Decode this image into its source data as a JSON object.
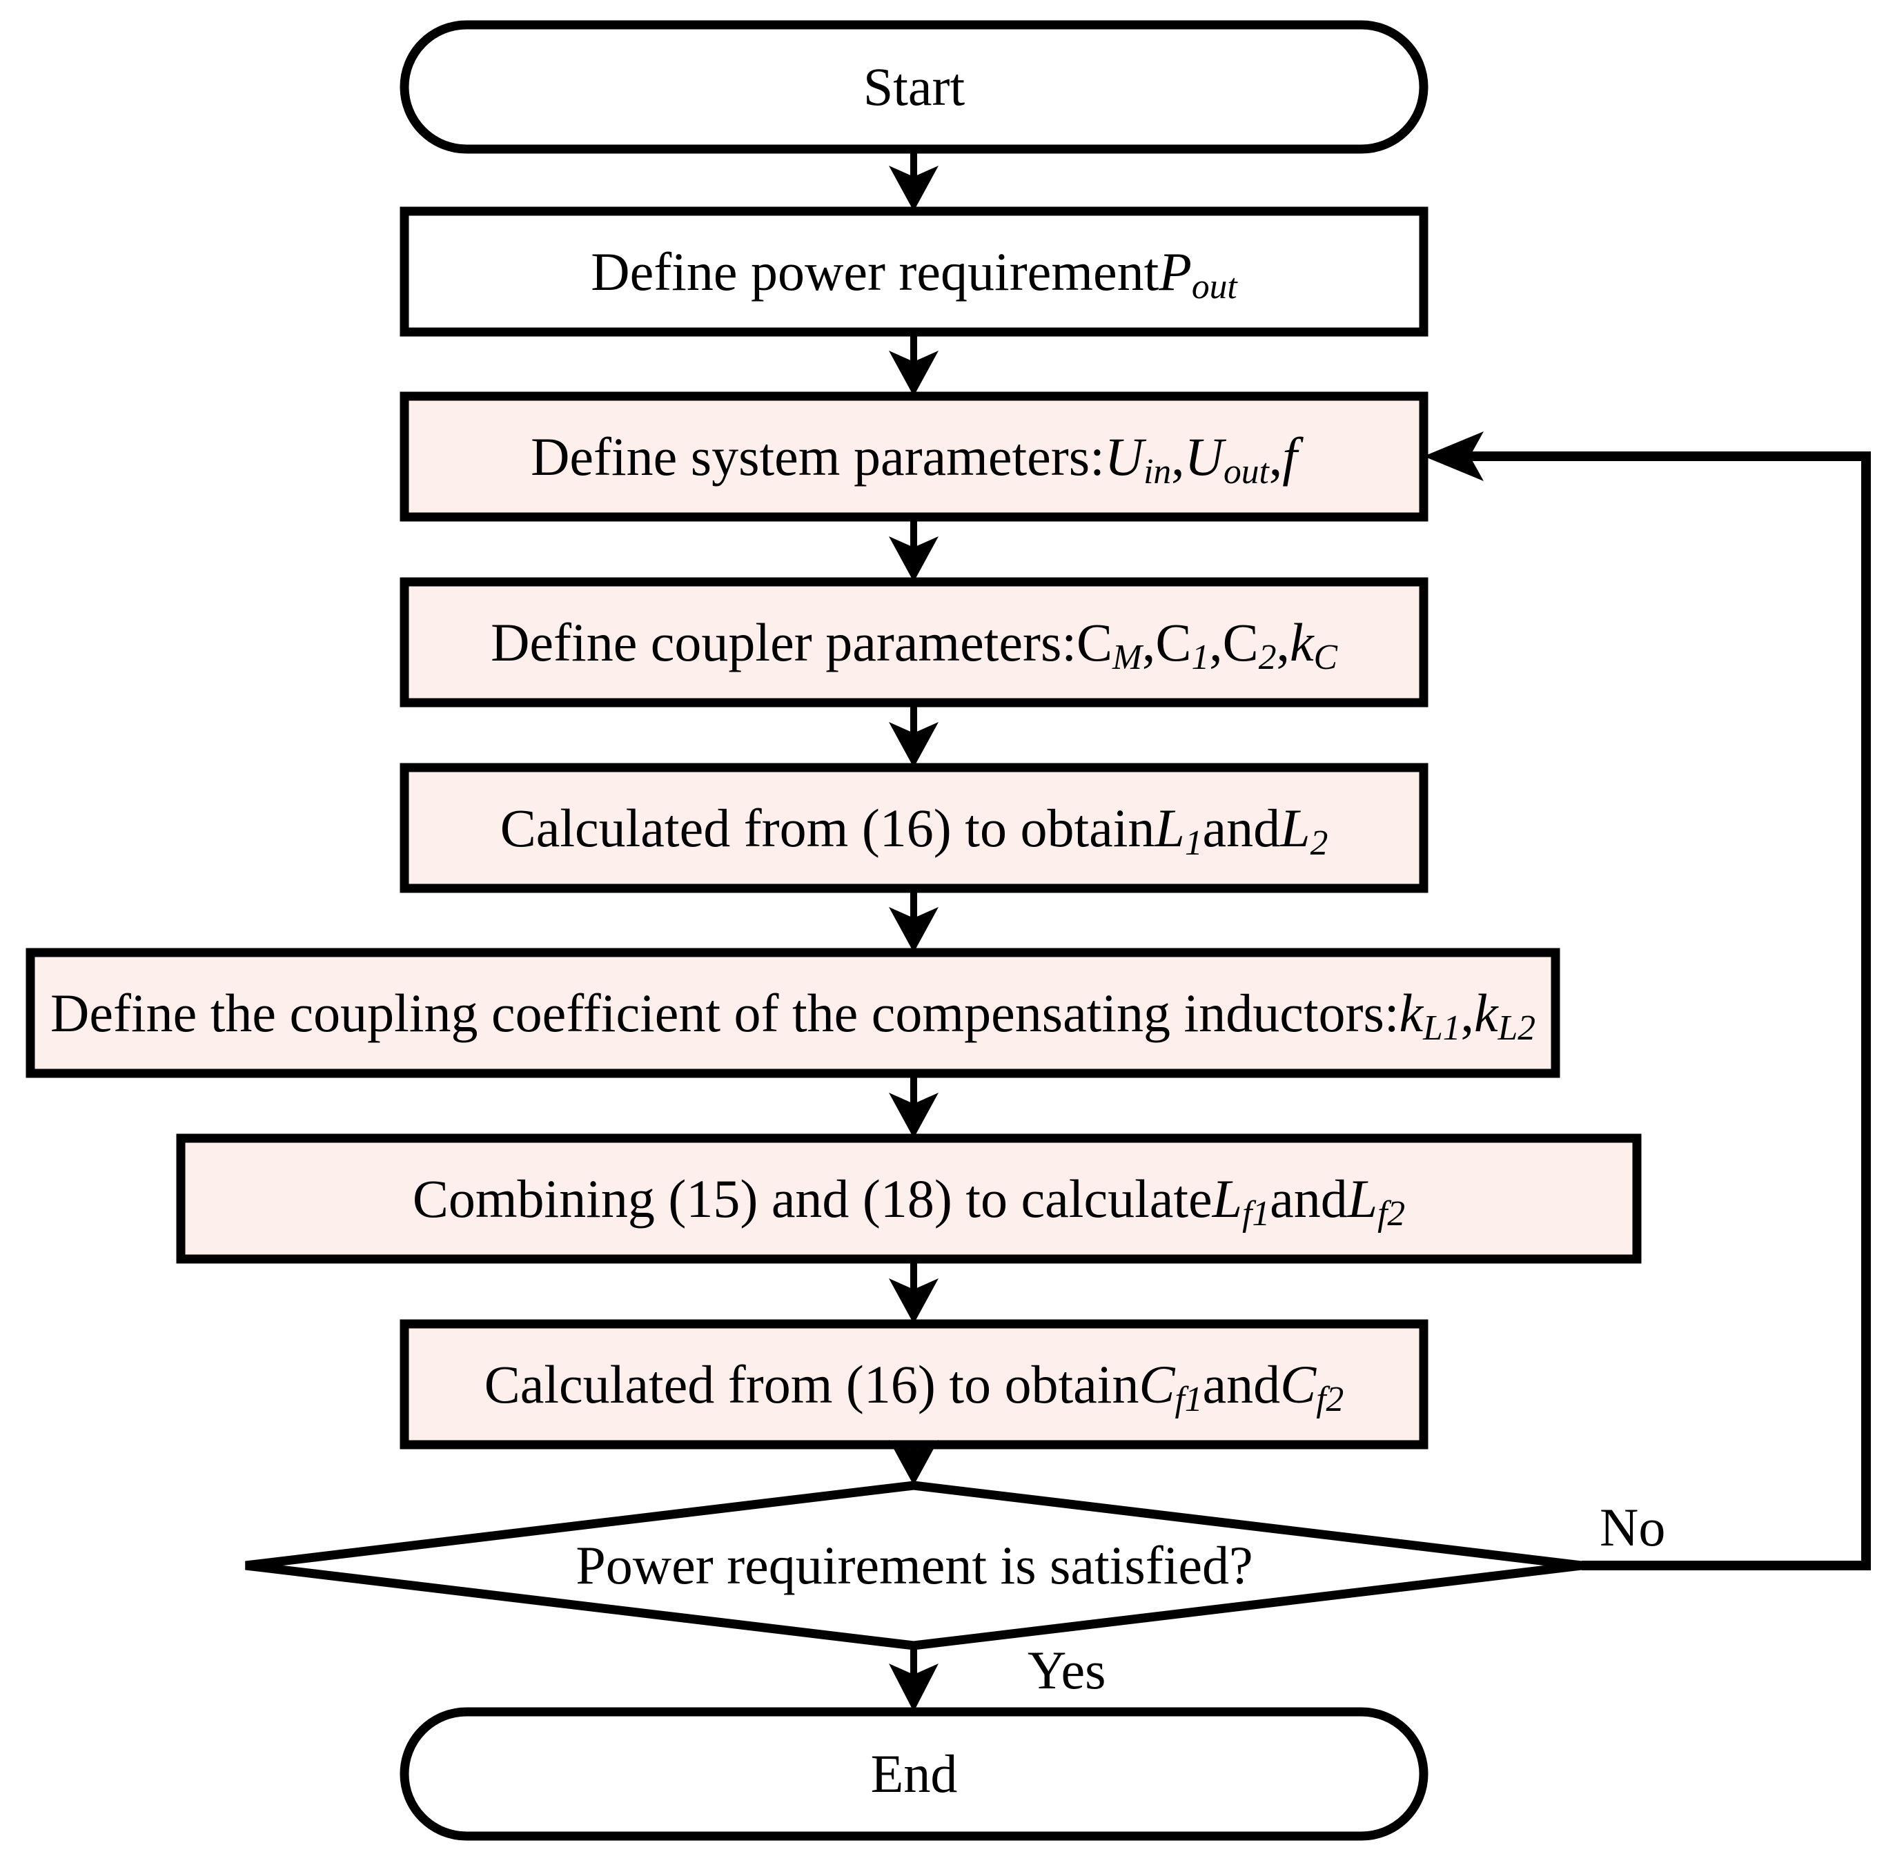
{
  "diagram": {
    "title": "Design procedure flowchart",
    "type": "flowchart",
    "colors": {
      "stroke": "#000000",
      "node_fill_highlight": "#fdf0ec",
      "node_fill_plain": "#ffffff",
      "background": "#ffffff"
    },
    "nodes": [
      {
        "id": "start",
        "shape": "terminator",
        "fill": "plain",
        "text": "Start"
      },
      {
        "id": "define-power",
        "shape": "process",
        "fill": "plain",
        "text": "Define power requirement P",
        "sub": "out"
      },
      {
        "id": "define-system",
        "shape": "process",
        "fill": "highlight",
        "text_parts": [
          "Define system parameters: ",
          "U",
          "in",
          ", ",
          "U",
          "out",
          ", ",
          "f"
        ]
      },
      {
        "id": "define-coupler",
        "shape": "process",
        "fill": "highlight",
        "text_parts": [
          "Define coupler parameters: ",
          "C",
          "M",
          ", ",
          "C",
          "1",
          ", ",
          "C",
          "2",
          ", ",
          "k",
          "C"
        ]
      },
      {
        "id": "calc-l1-l2",
        "shape": "process",
        "fill": "highlight",
        "text_parts": [
          "Calculated from (16) to obtain ",
          "L",
          "1",
          " and ",
          "L",
          "2"
        ]
      },
      {
        "id": "define-coupling-coeff",
        "shape": "process",
        "fill": "highlight",
        "text_parts": [
          "Define the coupling coefficient of the compensating inductors: ",
          "k",
          "L1",
          ", ",
          "k",
          "L2"
        ]
      },
      {
        "id": "combine-15-18",
        "shape": "process",
        "fill": "highlight",
        "text_parts": [
          "Combining (15) and (18) to calculate ",
          "L",
          "f1",
          " and ",
          "L",
          "f2"
        ]
      },
      {
        "id": "calc-cf1-cf2",
        "shape": "process",
        "fill": "highlight",
        "text_parts": [
          "Calculated from (16) to obtain ",
          "C",
          "f1",
          " and ",
          "C",
          "f2"
        ]
      },
      {
        "id": "decision-power",
        "shape": "decision",
        "fill": "plain",
        "text": "Power requirement is satisfied?"
      },
      {
        "id": "end",
        "shape": "terminator",
        "fill": "plain",
        "text": "End"
      }
    ],
    "labels": {
      "start": "Start",
      "define_power_plain": "Define power requirement ",
      "define_power_sym": "P",
      "define_power_sub": "out",
      "define_system_plain": "Define system parameters: ",
      "define_system_u1": "U",
      "define_system_u1_sub": "in",
      "define_system_sep1": ", ",
      "define_system_u2": "U",
      "define_system_u2_sub": "out",
      "define_system_sep2": ", ",
      "define_system_f": "f",
      "define_coupler_plain": "Define coupler parameters: ",
      "define_coupler_cm": "C",
      "define_coupler_cm_sub": "M",
      "define_coupler_sep1": ", ",
      "define_coupler_c1": "C",
      "define_coupler_c1_sub": "1",
      "define_coupler_sep2": ", ",
      "define_coupler_c2": "C",
      "define_coupler_c2_sub": "2",
      "define_coupler_sep3": ", ",
      "define_coupler_kc": "k",
      "define_coupler_kc_sub": "C",
      "calc_l_plain": "Calculated from (16) to obtain ",
      "calc_l_l1": "L",
      "calc_l_l1_sub": "1",
      "calc_l_and": " and ",
      "calc_l_l2": "L",
      "calc_l_l2_sub": "2",
      "coupling_plain": "Define the coupling coefficient of the compensating inductors: ",
      "coupling_k1": "k",
      "coupling_k1_sub": "L1",
      "coupling_sep": ", ",
      "coupling_k2": "k",
      "coupling_k2_sub": "L2",
      "combine_plain": "Combining (15) and (18) to calculate ",
      "combine_lf1": "L",
      "combine_lf1_sub": "f1",
      "combine_and": " and ",
      "combine_lf2": "L",
      "combine_lf2_sub": "f2",
      "calc_c_plain": "Calculated from (16) to obtain ",
      "calc_c_cf1": "C",
      "calc_c_cf1_sub": "f1",
      "calc_c_and": " and ",
      "calc_c_cf2": "C",
      "calc_c_cf2_sub": "f2",
      "decision": "Power requirement is satisfied?",
      "end": "End",
      "edge_no": "No",
      "edge_yes": "Yes"
    }
  }
}
